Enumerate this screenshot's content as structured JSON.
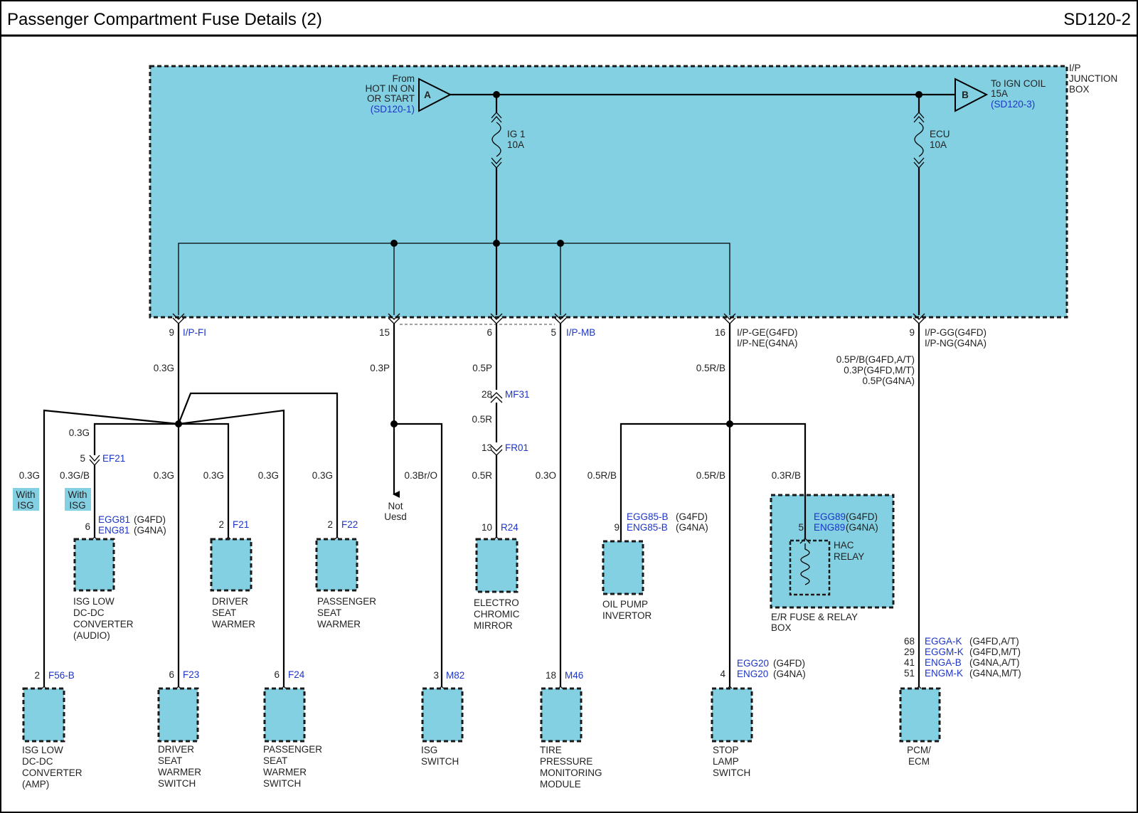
{
  "header": {
    "title": "Passenger Compartment Fuse Details (2)",
    "page_code": "SD120-2"
  },
  "junction_box": {
    "label": [
      "I/P",
      "JUNCTION",
      "BOX"
    ],
    "input_from": {
      "letter": "A",
      "lines": [
        "From",
        "HOT IN ON",
        "OR START"
      ],
      "ref": "(SD120-1)"
    },
    "output_to": {
      "letter": "B",
      "lines": [
        "To IGN COIL",
        "15A"
      ],
      "ref": "(SD120-3)"
    },
    "fuses": [
      {
        "name": "IG 1",
        "rating": "10A"
      },
      {
        "name": "ECU",
        "rating": "10A"
      }
    ]
  },
  "pins": {
    "p9": {
      "num": "9",
      "conn": "I/P-FI"
    },
    "p15": {
      "num": "15"
    },
    "p6": {
      "num": "6"
    },
    "p5": {
      "num": "5",
      "conn": "I/P-MB"
    },
    "p16": {
      "num": "16",
      "conn1": "I/P-GE",
      "var1": "(G4FD)",
      "conn2": "I/P-NE",
      "var2": "(G4NA)"
    },
    "p9b": {
      "num": "9",
      "conn1": "I/P-GG",
      "var1": "(G4FD)",
      "conn2": "I/P-NG",
      "var2": "(G4NA)"
    }
  },
  "wires": {
    "w1": "0.3G",
    "w2": "0.3P",
    "w3": "0.5P",
    "w4": "0.5R/B",
    "w5": [
      "0.5P/B(G4FD,A/T)",
      "0.3P(G4FD,M/T)",
      "0.5P(G4NA)"
    ],
    "w6": "0.3G",
    "w7": "0.3G",
    "w8": "0.3G/B",
    "w9": "0.3G",
    "w10": "0.3G",
    "w11": "0.3G",
    "w12": "0.3G",
    "w13": "0.3Br/O",
    "w14": "0.5R",
    "w15": "0.5R",
    "w16": "0.3O",
    "w17": "0.5R/B",
    "w18": "0.5R/B",
    "w19": "0.3R/B"
  },
  "inline": {
    "mf31": {
      "num": "28",
      "conn": "MF31"
    },
    "fr01": {
      "num": "13",
      "conn": "FR01"
    },
    "ef21": {
      "num": "5",
      "conn": "EF21"
    }
  },
  "with_isg": [
    "With",
    "ISG"
  ],
  "not_used": [
    "Not",
    "Uesd"
  ],
  "components": {
    "isg_audio": {
      "pin": "6",
      "conn1": "EGG81",
      "var1": "(G4FD)",
      "conn2": "ENG81",
      "var2": "(G4NA)",
      "name": [
        "ISG LOW",
        "DC-DC",
        "CONVERTER",
        "(AUDIO)"
      ]
    },
    "driver_seat_warmer": {
      "pin": "2",
      "conn": "F21",
      "name": [
        "DRIVER",
        "SEAT",
        "WARMER"
      ]
    },
    "passenger_seat_warmer": {
      "pin": "2",
      "conn": "F22",
      "name": [
        "PASSENGER",
        "SEAT",
        "WARMER"
      ]
    },
    "electro_mirror": {
      "pin": "10",
      "conn": "R24",
      "name": [
        "ELECTRO",
        "CHROMIC",
        "MIRROR"
      ]
    },
    "oil_pump": {
      "pin": "9",
      "conn1": "EGG85-B",
      "var1": "(G4FD)",
      "conn2": "ENG85-B",
      "var2": "(G4NA)",
      "name": [
        "OIL PUMP",
        "INVERTOR"
      ]
    },
    "hac_relay": {
      "pin": "5",
      "conn1": "EGG89",
      "var1": "(G4FD)",
      "conn2": "ENG89",
      "var2": "(G4NA)",
      "name": [
        "HAC",
        "RELAY"
      ],
      "box": [
        "E/R FUSE & RELAY",
        "BOX"
      ]
    },
    "isg_amp": {
      "pin": "2",
      "conn": "F56-B",
      "name": [
        "ISG LOW",
        "DC-DC",
        "CONVERTER",
        "(AMP)"
      ]
    },
    "driver_seat_switch": {
      "pin": "6",
      "conn": "F23",
      "name": [
        "DRIVER",
        "SEAT",
        "WARMER",
        "SWITCH"
      ]
    },
    "passenger_seat_switch": {
      "pin": "6",
      "conn": "F24",
      "name": [
        "PASSENGER",
        "SEAT",
        "WARMER",
        "SWITCH"
      ]
    },
    "isg_switch": {
      "pin": "3",
      "conn": "M82",
      "name": [
        "ISG",
        "SWITCH"
      ]
    },
    "tpms": {
      "pin": "18",
      "conn": "M46",
      "name": [
        "TIRE",
        "PRESSURE",
        "MONITORING",
        "MODULE"
      ]
    },
    "stop_lamp": {
      "pin": "4",
      "conn1": "EGG20",
      "var1": "(G4FD)",
      "conn2": "ENG20",
      "var2": "(G4NA)",
      "name": [
        "STOP",
        "LAMP",
        "SWITCH"
      ]
    },
    "pcm": {
      "pins": [
        {
          "pin": "68",
          "conn": "EGGA-K",
          "var": "(G4FD,A/T)"
        },
        {
          "pin": "29",
          "conn": "EGGM-K",
          "var": "(G4FD,M/T)"
        },
        {
          "pin": "41",
          "conn": "ENGA-B",
          "var": "(G4NA,A/T)"
        },
        {
          "pin": "51",
          "conn": "ENGM-K",
          "var": "(G4NA,M/T)"
        }
      ],
      "name": [
        "PCM/",
        "ECM"
      ]
    }
  },
  "colors": {
    "box_fill": "#84d0e3",
    "connector_text": "#1c35c8",
    "wire": "#000000"
  }
}
